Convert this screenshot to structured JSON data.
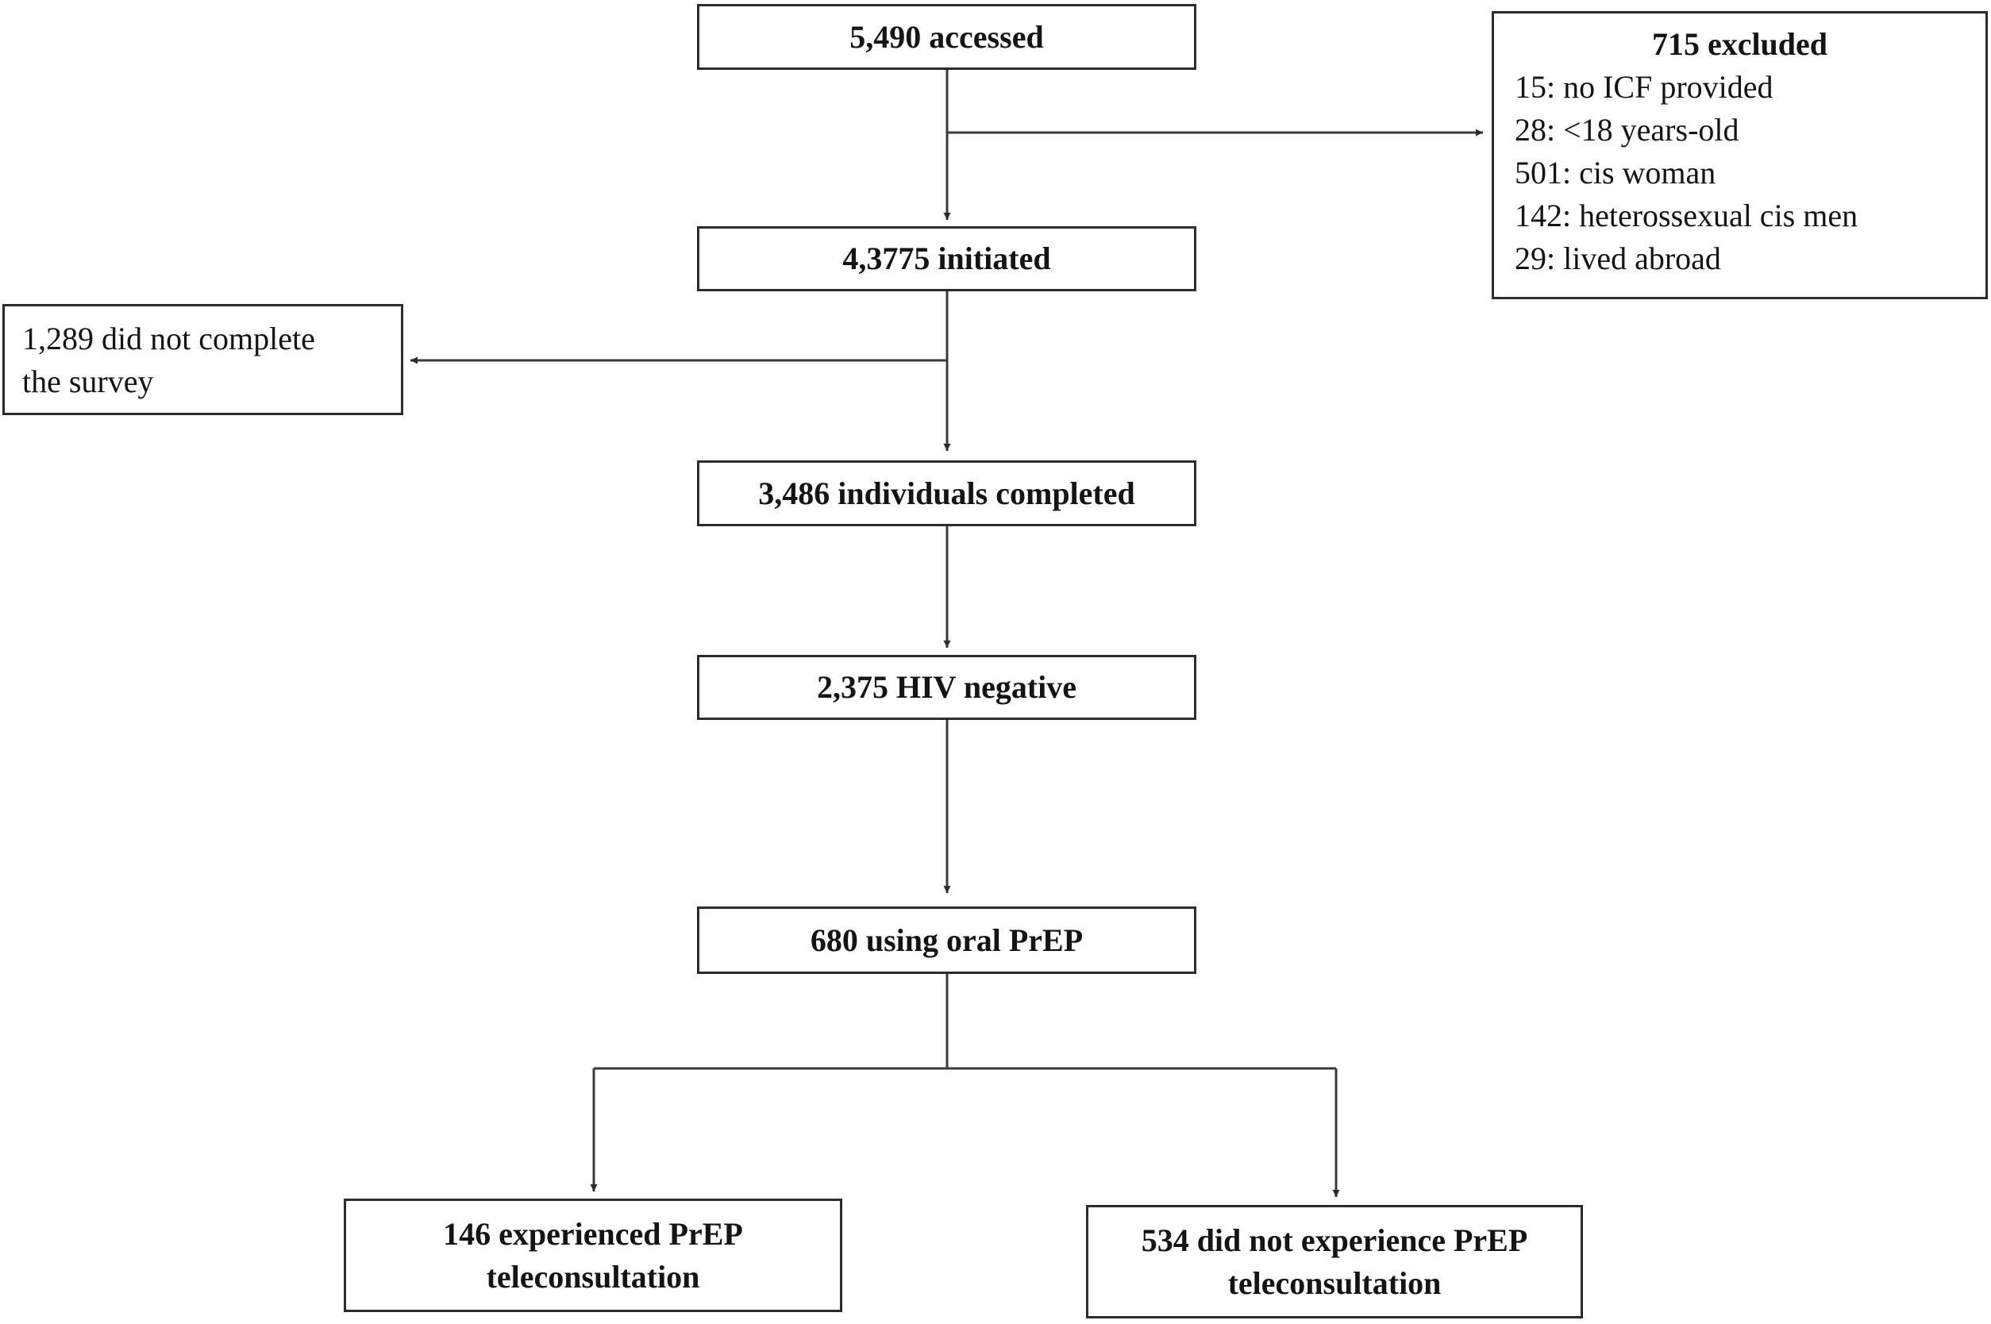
{
  "flowchart": {
    "accessed": "5,490 accessed",
    "initiated": "4,3775 initiated",
    "completed": "3,486 individuals completed",
    "hiv_negative": "2,375 HIV negative",
    "oral_prep": "680 using oral PrEP",
    "excluded": {
      "title": "715 excluded",
      "reasons": [
        "15: no ICF provided",
        "28: <18 years-old",
        "501: cis woman",
        "142: heterossexual cis men",
        "29: lived abroad"
      ]
    },
    "did_not_complete": {
      "line1": "1,289 did not complete",
      "line2": "the survey"
    },
    "experienced": {
      "line1": "146 experienced PrEP",
      "line2": "teleconsultation"
    },
    "not_experienced": {
      "line1": "534 did not experience PrEP",
      "line2": "teleconsultation"
    }
  }
}
